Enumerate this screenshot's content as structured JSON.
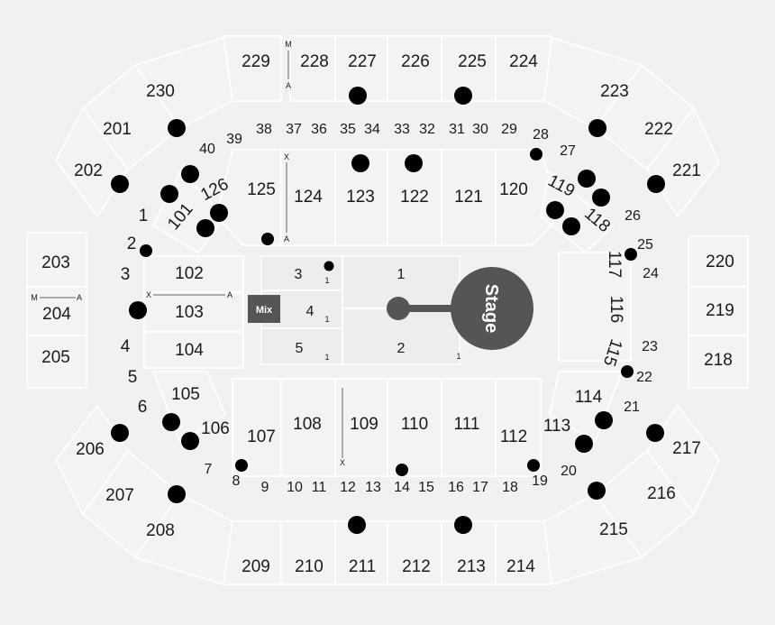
{
  "stage_label": "Stage",
  "mix_label": "Mix",
  "sections": [
    {
      "id": "229",
      "text": "229"
    },
    {
      "id": "228",
      "text": "228"
    },
    {
      "id": "227",
      "text": "227"
    },
    {
      "id": "226",
      "text": "226"
    },
    {
      "id": "225",
      "text": "225"
    },
    {
      "id": "224",
      "text": "224"
    },
    {
      "id": "230",
      "text": "230"
    },
    {
      "id": "223",
      "text": "223"
    },
    {
      "id": "201",
      "text": "201"
    },
    {
      "id": "222",
      "text": "222"
    },
    {
      "id": "202",
      "text": "202"
    },
    {
      "id": "221",
      "text": "221"
    },
    {
      "id": "203",
      "text": "203"
    },
    {
      "id": "220",
      "text": "220"
    },
    {
      "id": "204",
      "text": "204"
    },
    {
      "id": "219",
      "text": "219"
    },
    {
      "id": "205",
      "text": "205"
    },
    {
      "id": "218",
      "text": "218"
    },
    {
      "id": "206",
      "text": "206"
    },
    {
      "id": "217",
      "text": "217"
    },
    {
      "id": "207",
      "text": "207"
    },
    {
      "id": "216",
      "text": "216"
    },
    {
      "id": "208",
      "text": "208"
    },
    {
      "id": "215",
      "text": "215"
    },
    {
      "id": "209",
      "text": "209"
    },
    {
      "id": "210",
      "text": "210"
    },
    {
      "id": "211",
      "text": "211"
    },
    {
      "id": "212",
      "text": "212"
    },
    {
      "id": "213",
      "text": "213"
    },
    {
      "id": "214",
      "text": "214"
    },
    {
      "id": "125",
      "text": "125"
    },
    {
      "id": "124",
      "text": "124"
    },
    {
      "id": "123",
      "text": "123"
    },
    {
      "id": "122",
      "text": "122"
    },
    {
      "id": "121",
      "text": "121"
    },
    {
      "id": "120",
      "text": "120"
    },
    {
      "id": "126",
      "text": "126"
    },
    {
      "id": "101",
      "text": "101"
    },
    {
      "id": "119",
      "text": "119"
    },
    {
      "id": "118",
      "text": "118"
    },
    {
      "id": "117",
      "text": "117"
    },
    {
      "id": "116",
      "text": "116"
    },
    {
      "id": "115",
      "text": "115"
    },
    {
      "id": "102",
      "text": "102"
    },
    {
      "id": "103",
      "text": "103"
    },
    {
      "id": "104",
      "text": "104"
    },
    {
      "id": "105",
      "text": "105"
    },
    {
      "id": "106",
      "text": "106"
    },
    {
      "id": "107",
      "text": "107"
    },
    {
      "id": "108",
      "text": "108"
    },
    {
      "id": "109",
      "text": "109"
    },
    {
      "id": "110",
      "text": "110"
    },
    {
      "id": "111",
      "text": "111"
    },
    {
      "id": "112",
      "text": "112"
    },
    {
      "id": "113",
      "text": "113"
    },
    {
      "id": "114",
      "text": "114"
    },
    {
      "id": "38",
      "text": "38"
    },
    {
      "id": "37",
      "text": "37"
    },
    {
      "id": "36",
      "text": "36"
    },
    {
      "id": "35",
      "text": "35"
    },
    {
      "id": "34",
      "text": "34"
    },
    {
      "id": "33",
      "text": "33"
    },
    {
      "id": "32",
      "text": "32"
    },
    {
      "id": "31",
      "text": "31"
    },
    {
      "id": "30",
      "text": "30"
    },
    {
      "id": "29",
      "text": "29"
    },
    {
      "id": "28",
      "text": "28"
    },
    {
      "id": "27",
      "text": "27"
    },
    {
      "id": "26",
      "text": "26"
    },
    {
      "id": "25",
      "text": "25"
    },
    {
      "id": "24",
      "text": "24"
    },
    {
      "id": "23",
      "text": "23"
    },
    {
      "id": "22",
      "text": "22"
    },
    {
      "id": "21",
      "text": "21"
    },
    {
      "id": "20",
      "text": "20"
    },
    {
      "id": "19",
      "text": "19"
    },
    {
      "id": "18",
      "text": "18"
    },
    {
      "id": "17",
      "text": "17"
    },
    {
      "id": "16",
      "text": "16"
    },
    {
      "id": "15",
      "text": "15"
    },
    {
      "id": "14",
      "text": "14"
    },
    {
      "id": "13",
      "text": "13"
    },
    {
      "id": "12",
      "text": "12"
    },
    {
      "id": "11",
      "text": "11"
    },
    {
      "id": "10",
      "text": "10"
    },
    {
      "id": "9",
      "text": "9"
    },
    {
      "id": "8",
      "text": "8"
    },
    {
      "id": "7",
      "text": "7"
    },
    {
      "id": "6",
      "text": "6"
    },
    {
      "id": "5",
      "text": "5"
    },
    {
      "id": "4",
      "text": "4"
    },
    {
      "id": "3",
      "text": "3"
    },
    {
      "id": "2",
      "text": "2"
    },
    {
      "id": "1",
      "text": "1"
    },
    {
      "id": "40",
      "text": "40"
    },
    {
      "id": "39",
      "text": "39"
    },
    {
      "id": "f1",
      "text": "1"
    },
    {
      "id": "f2",
      "text": "2"
    },
    {
      "id": "f3",
      "text": "3"
    },
    {
      "id": "f4",
      "text": "4"
    },
    {
      "id": "f5",
      "text": "5"
    }
  ],
  "small_labels": [
    {
      "id": "s-a",
      "text": "1"
    },
    {
      "id": "s-b",
      "text": "1"
    },
    {
      "id": "s-c",
      "text": "1"
    },
    {
      "id": "s-d",
      "text": "1"
    }
  ],
  "markers": [
    {
      "id": "m1",
      "text": "M"
    },
    {
      "id": "m2",
      "text": "A"
    },
    {
      "id": "m3",
      "text": "X"
    },
    {
      "id": "m4",
      "text": "A"
    },
    {
      "id": "m5",
      "text": "M"
    },
    {
      "id": "m6",
      "text": "A"
    },
    {
      "id": "m7",
      "text": "X"
    },
    {
      "id": "m8",
      "text": "A"
    },
    {
      "id": "m9",
      "text": "X"
    }
  ],
  "icons": {
    "accessible": "wheelchair-icon"
  },
  "colors": {
    "accessible": "#1f5fc4",
    "stage": "#555555",
    "mix": "#555555",
    "background": "#f1f1f1"
  }
}
